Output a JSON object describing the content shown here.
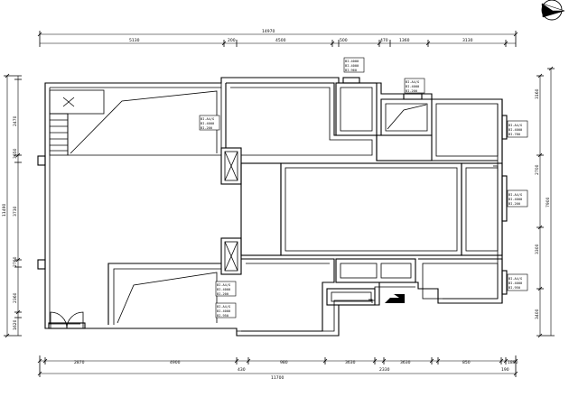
{
  "dimensions": {
    "top_total": "14970",
    "top_segments": [
      "5130",
      "200",
      "4500",
      "500",
      "470",
      "1360",
      "3130"
    ],
    "bottom_total": "11700",
    "bottom_segments": [
      "2870",
      "4900",
      "430",
      "980",
      "3630",
      "2330",
      "3630",
      "850",
      "190",
      "1800"
    ],
    "left_total": "11490",
    "left_segments": [
      "2470",
      "3650",
      "3730",
      "2760",
      "2360",
      "1620"
    ],
    "right_total": "7900",
    "right_segments": [
      "3160",
      "2700",
      "3300",
      "3400"
    ]
  },
  "labels": [
    [
      "BI-A4/G",
      "BI-4000",
      "BI-200"
    ],
    [
      "BI-4000",
      "BI-4000",
      "BI-960"
    ],
    [
      "BI-A4/G",
      "BI-4000",
      "BI-200"
    ],
    [
      "BI-A4/G",
      "BI-4000",
      "BI-780"
    ],
    [
      "BI-A4/G",
      "BI-4000",
      "BI-200"
    ],
    [
      "BI-A4/G",
      "BI-4000",
      "BI-950"
    ],
    [
      "BI-A4/G",
      "BI-4000",
      "BI-200"
    ],
    [
      "BI-A4/G",
      "BI-4000",
      "BI-950"
    ]
  ],
  "icons": {
    "north": "north-arrow-icon",
    "entrance": "entrance-arrow-icon"
  }
}
